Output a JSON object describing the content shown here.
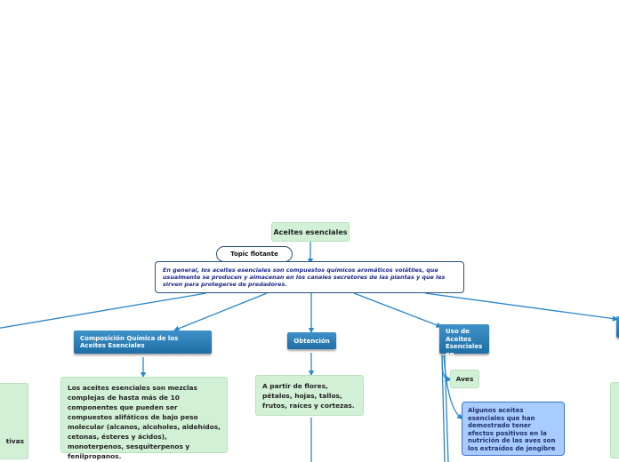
{
  "root": {
    "label": "Aceites esenciales"
  },
  "floating_topic": {
    "label": "Topic flotante"
  },
  "definition": {
    "text": "En general, los aceites esenciales son compuestos químicos aromáticos volátiles, que usualmente se producen y almacenan en los canales secretores de las plantas y que les sirven para protegerse de predadores."
  },
  "branches": {
    "composicion": {
      "label": "Composición Química de los Aceites Esenciales",
      "detail": "Los aceites esenciales son mezclas complejas de hasta más de 10 componentes que pueden ser compuestos alifáticos de bajo peso molecular (alcanos, alcoholes, aldehídos, cetonas, ésteres y ácidos), monoterpenos, sesquiterpenos y fenilpropanos."
    },
    "obtencion": {
      "label": "Obtención",
      "detail": "A partir de flores, pétalos, hojas, tallos, frutos, raíces y cortezas."
    },
    "uso_animales": {
      "label": "Uso de Aceites Esenciales en Animales",
      "aves": {
        "label": "Aves",
        "detail": "Algunos aceites esenciales que han demostrado tener efectos positivos en la nutrición de las aves son los extraídos de jengibre"
      }
    }
  },
  "partial_left": {
    "text": "tivas"
  },
  "colors": {
    "connector": "#2a87cc",
    "green_node": "#d2f0d6",
    "blue_node": "#1f6ea6",
    "light_blue_node": "#a9ccff"
  }
}
